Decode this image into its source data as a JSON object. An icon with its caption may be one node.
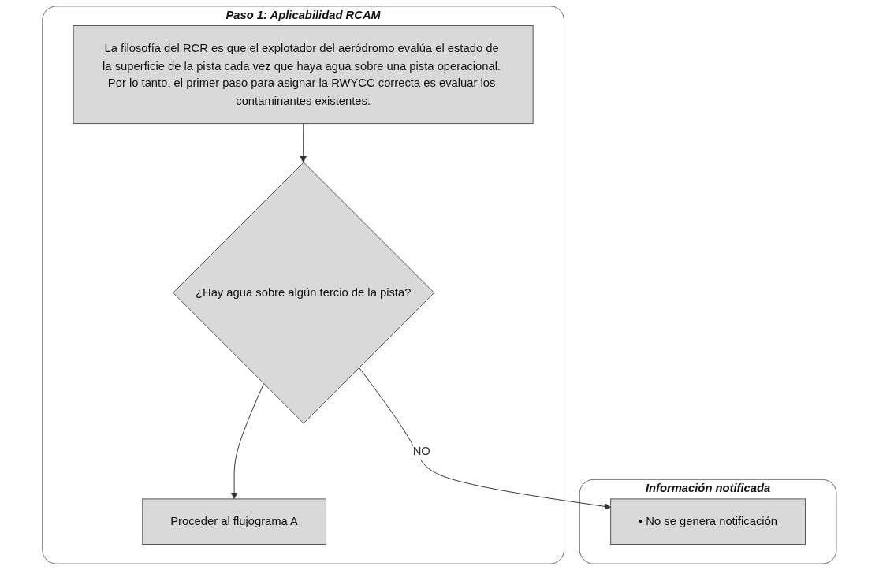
{
  "diagram": {
    "nodes": [
      {
        "text": [
          "Paso 1: Aplicabilidad RCAM"
        ]
      },
      {
        "text": [
          "La filosofía del RCR es que el explotador del aeródromo evalúa el estado de la superficie de la pista cada vez que haya agua sobre una pista operacional. Por lo tanto, el primer paso para asignar la RWYCC correcta es evaluar los contaminantes existentes."
        ],
        "in": 0
      },
      {
        "text": [
          "¿Hay agua sobre algún tercio de la pista?"
        ],
        "in": 0
      },
      {
        "text": [
          "Proceder al flujograma A"
        ],
        "in": 0
      },
      {
        "text": [
          "Información notificada"
        ]
      },
      {
        "text": [
          "• No se genera notificación"
        ],
        "in": 4
      }
    ],
    "edges": [
      {
        "from": 1,
        "to": 2,
        "arrow": "to"
      },
      {
        "from": 2,
        "to": 3,
        "arrow": "to"
      },
      {
        "from": 2,
        "to": 5,
        "label": "NO",
        "arrow": "to"
      }
    ]
  }
}
